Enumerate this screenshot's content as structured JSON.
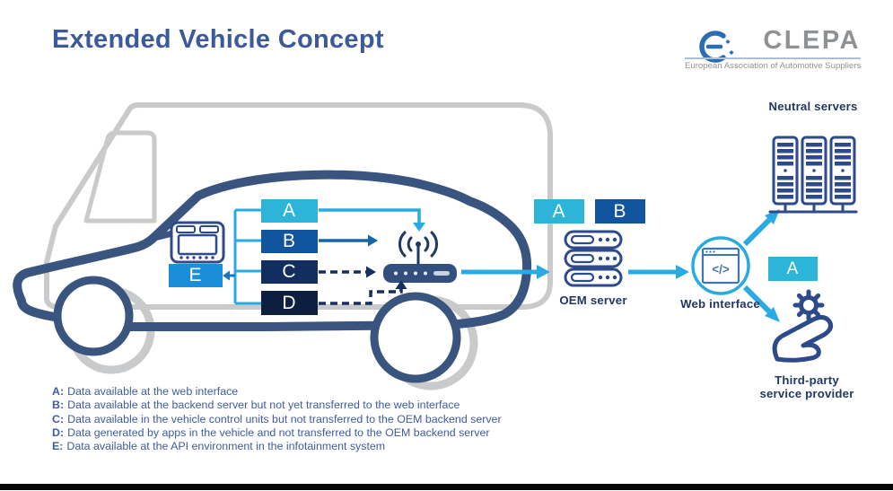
{
  "title": "Extended Vehicle Concept",
  "logo": {
    "name": "CLEPA",
    "subtitle": "European Association of Automotive Suppliers"
  },
  "diagram": {
    "car_boxes": [
      {
        "label": "A"
      },
      {
        "label": "B"
      },
      {
        "label": "C"
      },
      {
        "label": "D"
      }
    ],
    "e_box": {
      "label": "E"
    },
    "oem_boxes": [
      {
        "label": "A"
      },
      {
        "label": "B"
      }
    ],
    "third_party_box": {
      "label": "A"
    },
    "web_icon_code": "</>",
    "labels": {
      "oem_server": "OEM server",
      "web_interface": "Web interface",
      "neutral_servers": "Neutral servers",
      "third_party_line1": "Third-party",
      "third_party_line2": "service provider"
    },
    "colors": {
      "box_a": "#2cb5d9",
      "box_b": "#10559d",
      "box_c": "#122e61",
      "box_d": "#0c1f3e",
      "box_e": "#1b8ed9",
      "cyan_arrow": "#29abe2",
      "navy_label": "#1f3864",
      "car_outline": "#3a5480",
      "van_outline": "#c9cacb"
    }
  },
  "legend": [
    {
      "key": "A:",
      "text": "Data available at the web interface"
    },
    {
      "key": "B:",
      "text": "Data available at the backend server but not yet transferred to the web interface"
    },
    {
      "key": "C:",
      "text": "Data available in the vehicle control units but not transferred to the OEM backend server"
    },
    {
      "key": "D:",
      "text": "Data generated by apps in the vehicle and not transferred to the OEM backend server"
    },
    {
      "key": "E:",
      "text": "Data available at the API environment in the infotainment system"
    }
  ]
}
